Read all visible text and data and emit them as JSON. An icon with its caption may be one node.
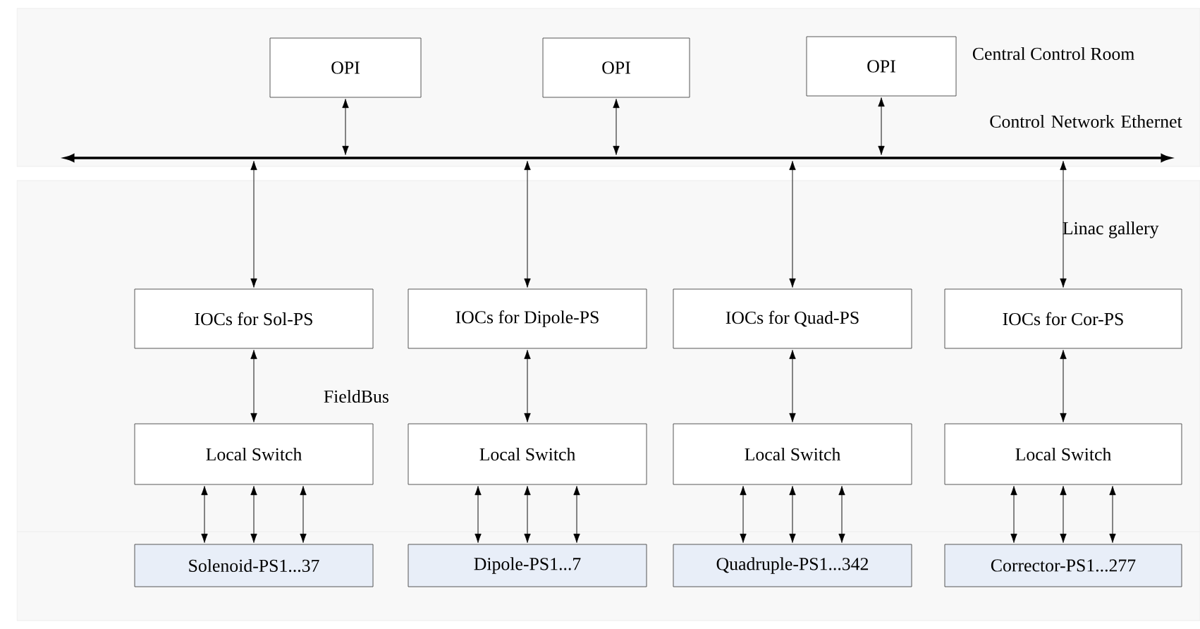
{
  "diagram": {
    "nodes": [
      {
        "text": [
          "OPI"
        ]
      },
      {
        "text": [
          "OPI"
        ]
      },
      {
        "text": [
          "OPI"
        ]
      },
      {
        "text": [],
        "shape": "bar",
        "beside": [
          "Control Network Ethernet"
        ]
      },
      {
        "text": [
          "IOCs for Sol-PS"
        ]
      },
      {
        "text": [
          "IOCs for Dipole-PS"
        ]
      },
      {
        "text": [
          "IOCs for Quad-PS"
        ]
      },
      {
        "text": [
          "IOCs for Cor-PS"
        ]
      },
      {
        "text": [
          "Local Switch"
        ]
      },
      {
        "text": [
          "Local Switch"
        ]
      },
      {
        "text": [
          "Local Switch"
        ]
      },
      {
        "text": [
          "Local Switch"
        ]
      },
      {
        "text": [
          "Solenoid-PS1...37"
        ]
      },
      {
        "text": [
          "Dipole-PS1...7"
        ]
      },
      {
        "text": [
          "Quadruple-PS1...342"
        ]
      },
      {
        "text": [
          "Corrector-PS1...277"
        ]
      }
    ],
    "edges": [
      {
        "from": 0,
        "to": 3,
        "arrow": "both"
      },
      {
        "from": 1,
        "to": 3,
        "arrow": "both"
      },
      {
        "from": 2,
        "to": 3,
        "arrow": "both"
      },
      {
        "from": 3,
        "to": 4,
        "arrow": "both"
      },
      {
        "from": 3,
        "to": 5,
        "arrow": "both"
      },
      {
        "from": 3,
        "to": 6,
        "arrow": "both"
      },
      {
        "from": 3,
        "to": 7,
        "arrow": "both"
      },
      {
        "from": 4,
        "to": 8,
        "arrow": "both"
      },
      {
        "from": 5,
        "to": 9,
        "arrow": "both"
      },
      {
        "from": 6,
        "to": 10,
        "arrow": "both"
      },
      {
        "from": 7,
        "to": 11,
        "arrow": "both"
      },
      {
        "from": 8,
        "to": 12,
        "arrow": "both"
      },
      {
        "from": 8,
        "to": 12,
        "arrow": "both"
      },
      {
        "from": 8,
        "to": 12,
        "arrow": "both"
      },
      {
        "from": 9,
        "to": 13,
        "arrow": "both"
      },
      {
        "from": 9,
        "to": 13,
        "arrow": "both"
      },
      {
        "from": 9,
        "to": 13,
        "arrow": "both"
      },
      {
        "from": 10,
        "to": 14,
        "arrow": "both"
      },
      {
        "from": 10,
        "to": 14,
        "arrow": "both"
      },
      {
        "from": 10,
        "to": 14,
        "arrow": "both"
      },
      {
        "from": 11,
        "to": 15,
        "arrow": "both"
      },
      {
        "from": 11,
        "to": 15,
        "arrow": "both"
      },
      {
        "from": 11,
        "to": 15,
        "arrow": "both"
      }
    ],
    "labels": [
      "Central Control Room",
      "Linac gallery",
      "FieldBus"
    ]
  }
}
